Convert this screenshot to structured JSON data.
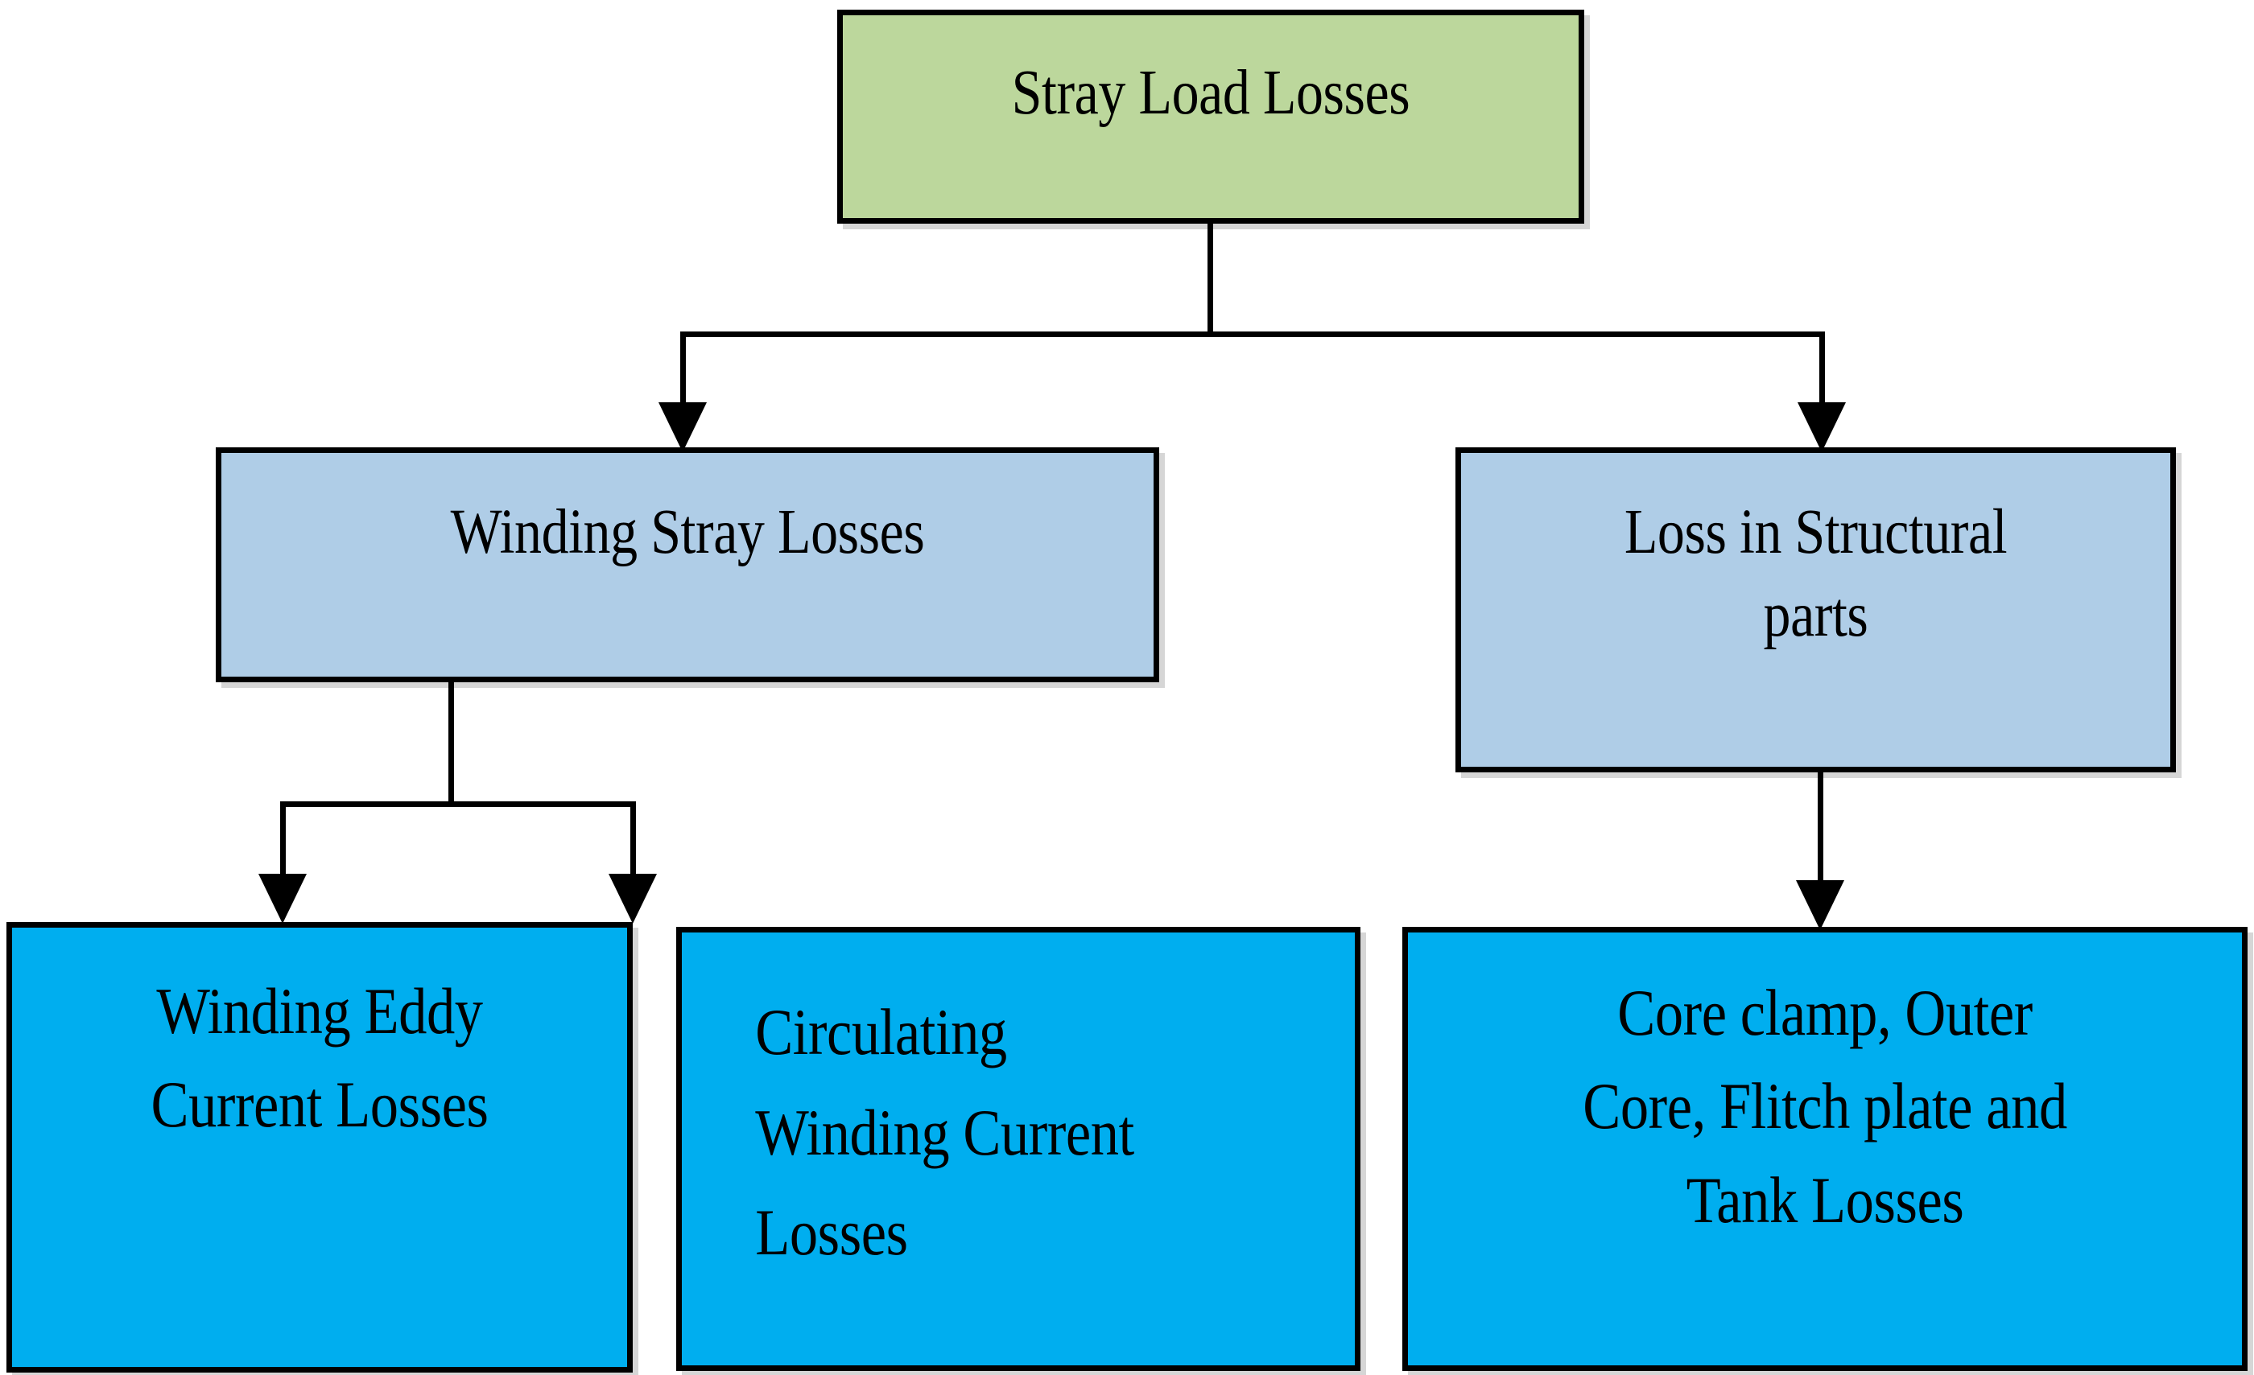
{
  "diagram": {
    "title": "Stray Load Losses",
    "type": "hierarchy-flowchart",
    "colors": {
      "root_fill": "#BCD79C",
      "level2_fill": "#AFCDE7",
      "leaf_fill": "#00AEEF",
      "border": "#000000",
      "text": "#000000",
      "background": "#FFFFFF"
    },
    "nodes": {
      "root": {
        "label": "Stray Load Losses",
        "level": 1
      },
      "winding_stray": {
        "label": "Winding Stray Losses",
        "level": 2
      },
      "structural": {
        "label": "Loss in Structural\nparts",
        "level": 2
      },
      "winding_eddy": {
        "label": "Winding Eddy\nCurrent Losses",
        "level": 3
      },
      "circulating": {
        "label": "Circulating\nWinding Current\nLosses",
        "level": 3
      },
      "core_clamp": {
        "label": "Core clamp, Outer\nCore, Flitch plate and\nTank Losses",
        "level": 3
      }
    },
    "edges": [
      {
        "from": "root",
        "to": "winding_stray",
        "style": "elbow-arrow"
      },
      {
        "from": "root",
        "to": "structural",
        "style": "elbow-arrow"
      },
      {
        "from": "winding_stray",
        "to": "winding_eddy",
        "style": "elbow-arrow"
      },
      {
        "from": "winding_stray",
        "to": "circulating",
        "style": "elbow-arrow"
      },
      {
        "from": "structural",
        "to": "core_clamp",
        "style": "straight-arrow"
      }
    ]
  }
}
